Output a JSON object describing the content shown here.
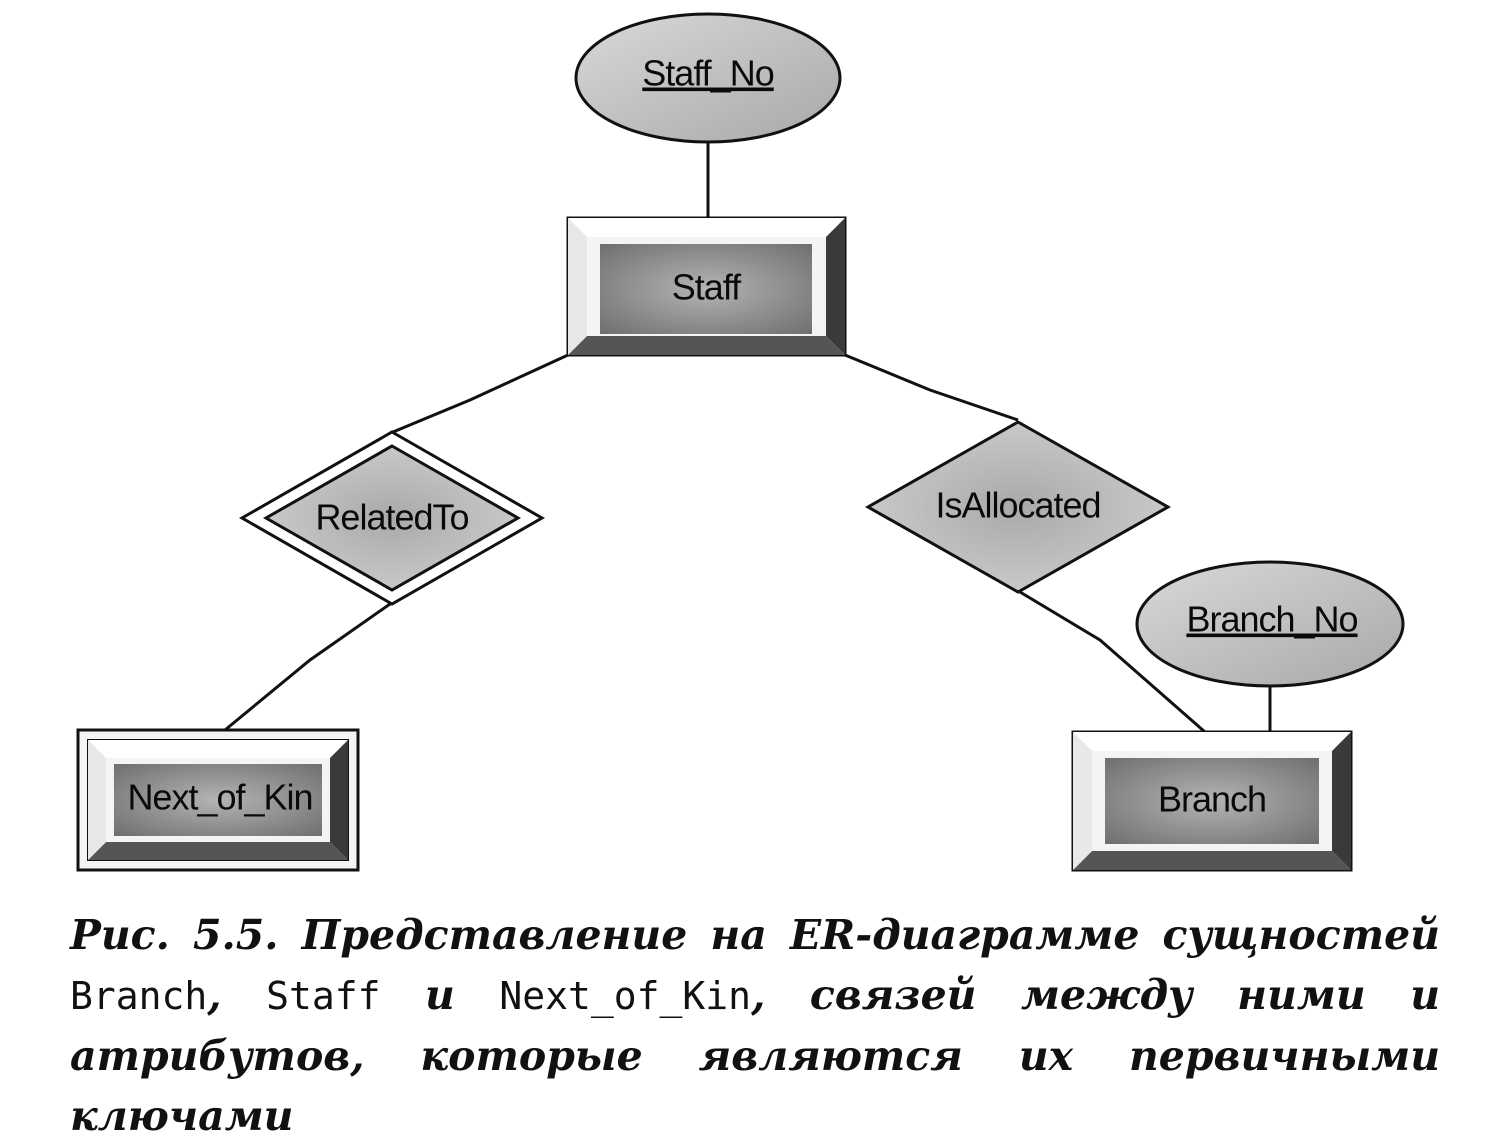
{
  "diagram": {
    "attributes": {
      "staff_no": "Staff_No",
      "branch_no": "Branch_No"
    },
    "entities": {
      "staff": "Staff",
      "next_of_kin": "Next_of_Kin",
      "branch": "Branch"
    },
    "relationships": {
      "related_to": "RelatedTo",
      "is_allocated": "IsAllocated"
    },
    "colors": {
      "line": "#111111",
      "fill_light": "#cfcfcf",
      "fill_dark": "#8f8f8f",
      "fill_darker": "#6a6a6a"
    }
  },
  "caption": {
    "label": "Рис. 5.5. Представление на ER-диаграмме сущностей",
    "entity_1": "Branch",
    "sep_1": ",",
    "entity_2": "Staff",
    "conj": "и",
    "entity_3": "Next_of_Kin",
    "rest": ", связей между ними и атрибутов, которые являются их первичными ключами"
  }
}
